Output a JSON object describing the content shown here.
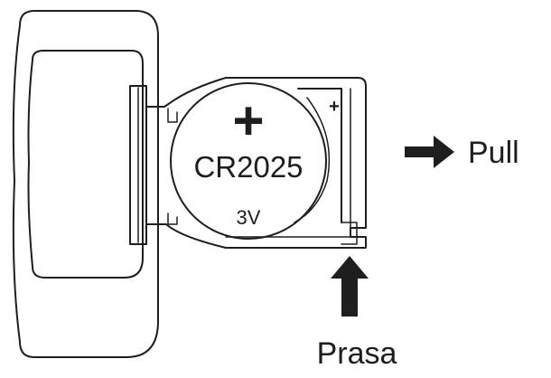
{
  "battery": {
    "polarity_symbol": "+",
    "model": "CR2025",
    "voltage": "3V"
  },
  "holder": {
    "polarity_symbol": "+"
  },
  "labels": {
    "pull": "Pull",
    "latch": "Prasa"
  },
  "icons": {
    "pull_direction": "arrow-right-icon",
    "latch_pointer": "arrow-up-icon"
  }
}
